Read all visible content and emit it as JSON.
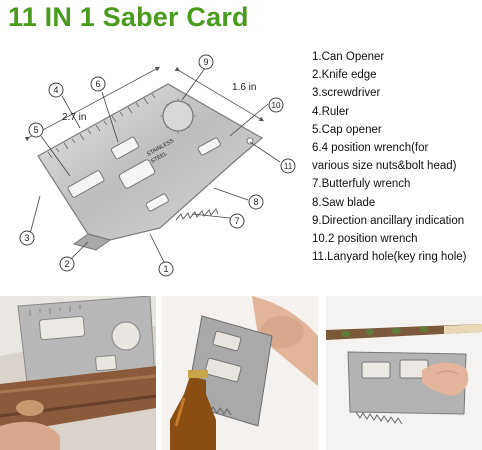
{
  "title": "11 IN 1 Saber Card",
  "dimensions": {
    "length": "2.7 in",
    "width": "1.6 in"
  },
  "card_text": {
    "line1": "STAINLESS",
    "line2": "STEEL"
  },
  "callouts": [
    "1",
    "2",
    "3",
    "4",
    "5",
    "6",
    "7",
    "8",
    "9",
    "10",
    "11"
  ],
  "features": [
    "1.Can Opener",
    "2.Knife edge",
    "3.screwdriver",
    "4.Ruler",
    "5.Cap opener",
    "6.4 position wrench(for",
    "various size nuts&bolt head)",
    "7.Butterfuly wrench",
    "8.Saw blade",
    "9.Direction ancillary indication",
    "10.2 position wrench",
    "11.Lanyard hole(key ring hole)"
  ],
  "colors": {
    "title": "#4a9a1e",
    "steel": "#c9c9c9",
    "steel_dark": "#8f8f8f"
  },
  "photos": [
    "card-cutting-wood-photo",
    "card-opening-bottle-photo",
    "card-carving-stick-photo"
  ]
}
